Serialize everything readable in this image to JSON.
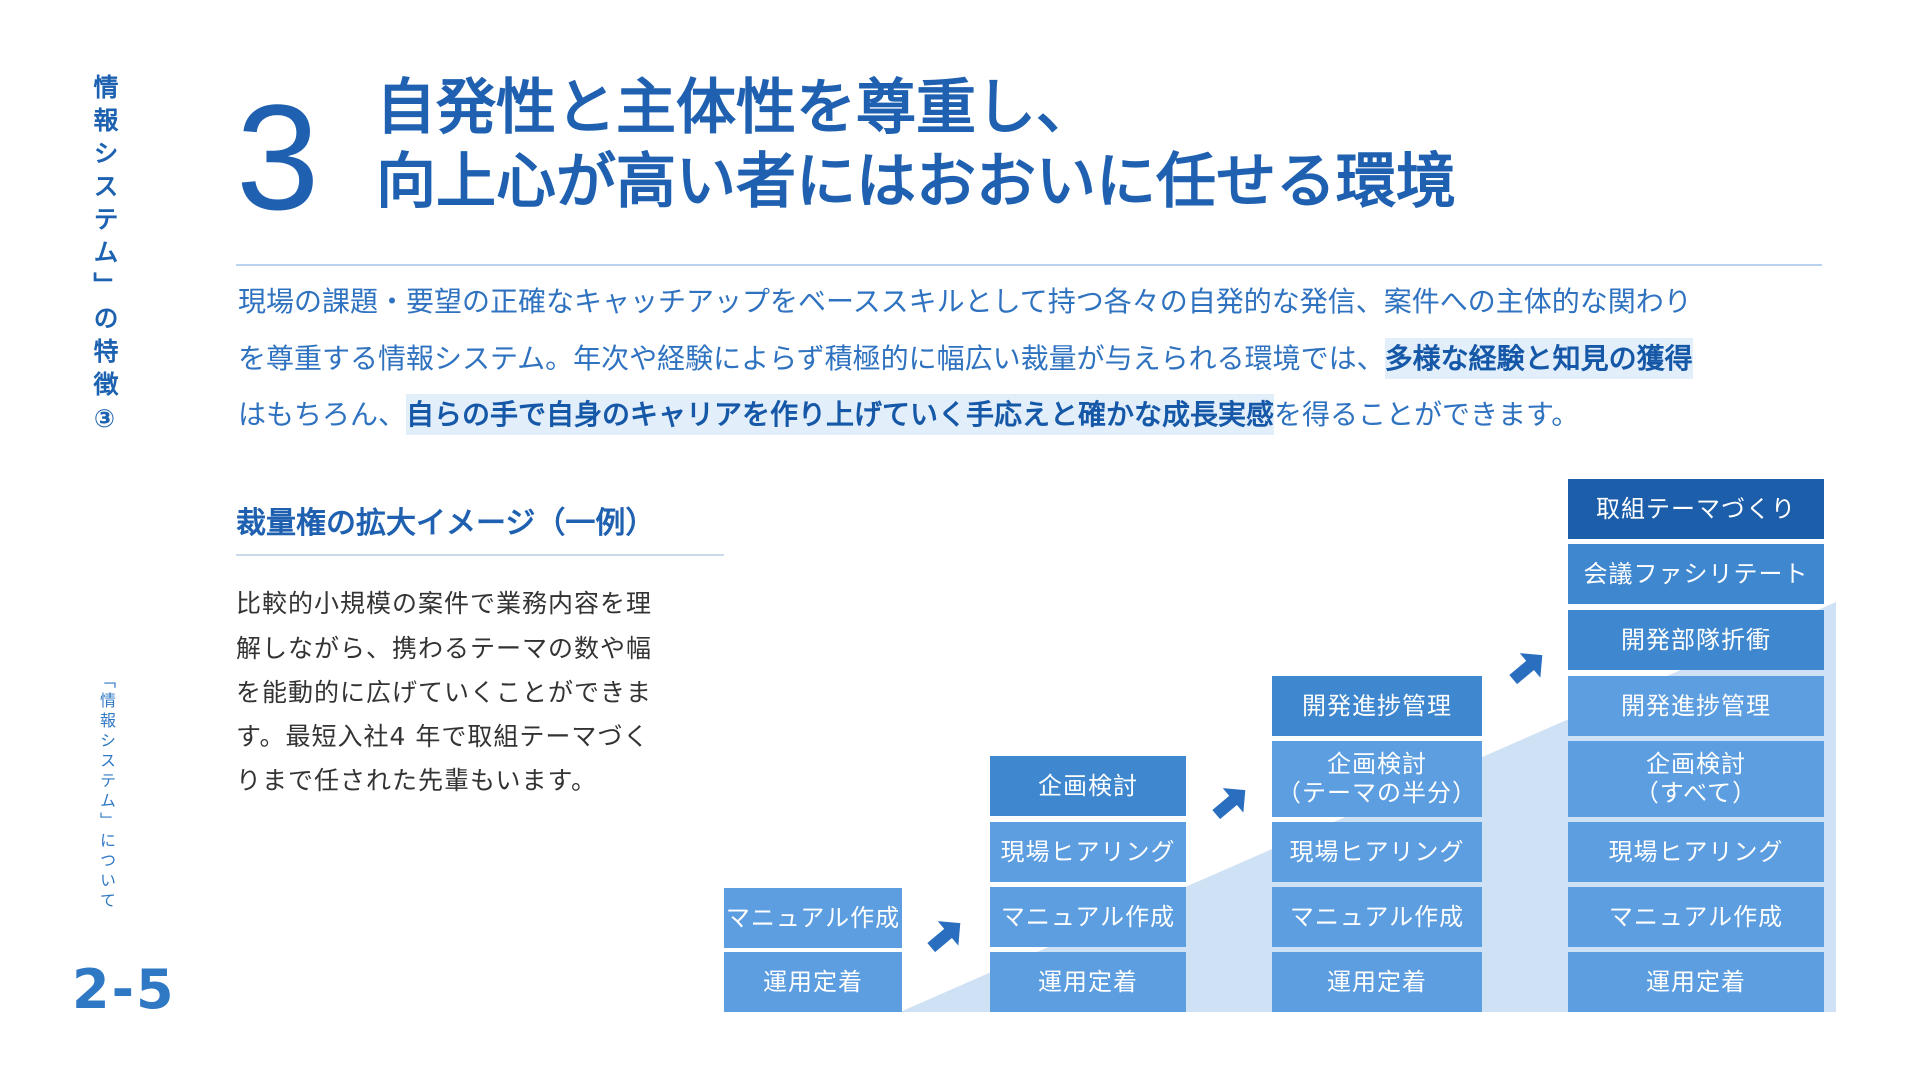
{
  "sidebar": {
    "section_title": "情報システム」の特徴③",
    "section_sub": "「情報システム」について",
    "page_number": "2-5"
  },
  "header": {
    "number": "3",
    "title_line1": "自発性と主体性を尊重し、",
    "title_line2": "向上心が高い者にはおおいに任せる環境"
  },
  "intro": {
    "line1": "現場の課題・要望の正確なキャッチアップをベーススキルとして持つ各々の自発的な発信、案件への主体的な関わり",
    "line2_pre": "を尊重する情報システム。年次や経験によらず積極的に幅広い裁量が与えられる環境では、",
    "line2_hl": "多様な経験と知見の獲得",
    "line3_pre": "はもちろん、",
    "line3_hl": "自らの手で自身のキャリアを作り上げていく手応えと確かな成長実感",
    "line3_post": "を得ることができます。"
  },
  "subsection": {
    "title": "裁量権の拡大イメージ（一例）",
    "body": [
      "比較的小規模の案件で業務内容を理",
      "解しながら、携わるテーマの数や幅",
      "を能動的に広げていくことができま",
      "す。最短入社4 年で取組テーマづく",
      "りまで任された先輩もいます。"
    ]
  },
  "diagram": {
    "col1": [
      "マニュアル作成",
      "運用定着"
    ],
    "col2": [
      "企画検討",
      "現場ヒアリング",
      "マニュアル作成",
      "運用定着"
    ],
    "col3": [
      "開発進捗管理",
      "企画検討\n（テーマの半分）",
      "現場ヒアリング",
      "マニュアル作成",
      "運用定着"
    ],
    "col4": [
      "取組テーマづくり",
      "会議ファシリテート",
      "開発部隊折衝",
      "開発進捗管理",
      "企画検討\n（すべて）",
      "現場ヒアリング",
      "マニュアル作成",
      "運用定着"
    ],
    "colors": {
      "dark": "#1d5eaa",
      "medium": "#3f88cf",
      "light": "#5c9ee0",
      "ramp": "#cfe1f5",
      "arrow": "#2a6fbf"
    },
    "arrow_icon": "arrow-up-right-icon"
  }
}
